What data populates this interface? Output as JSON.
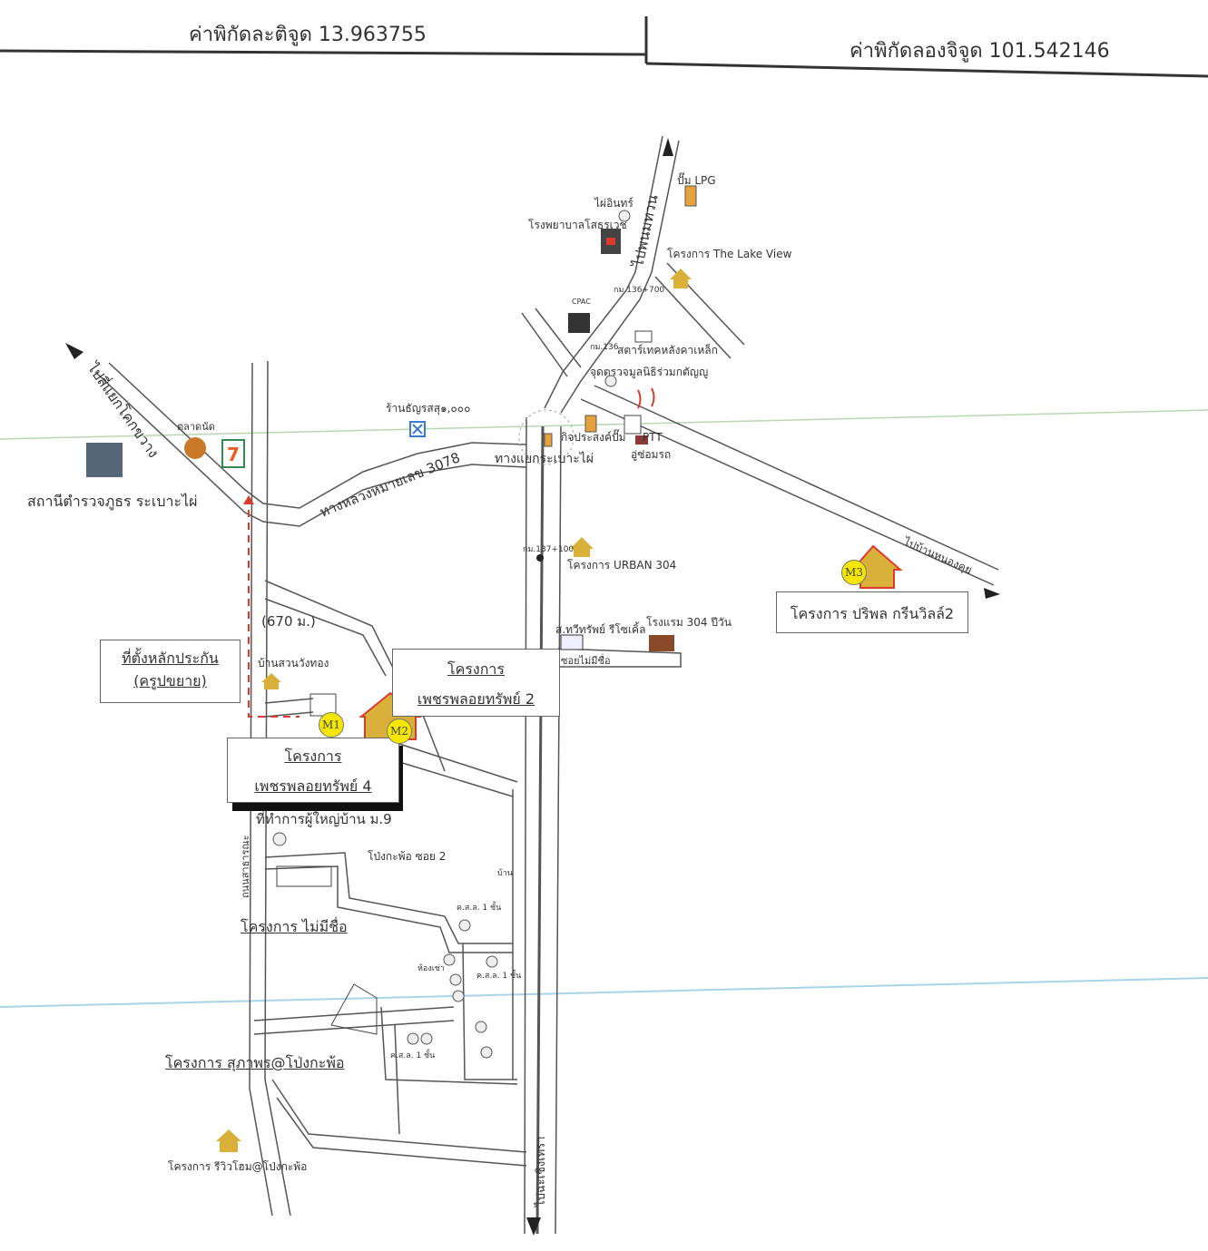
{
  "header": {
    "latitude_label": "ค่าพิกัดละติจูด 13.963755",
    "longitude_label": "ค่าพิกัดลองจิจูด 101.542146"
  },
  "roads": {
    "to_panthong": "ไปพนมทวน",
    "to_kok_kwang": "ไปสี่แยกโคกขวาง",
    "highway_3078": "ทางหลวงหมายเลข 3078",
    "to_nong_khu": "ไปบ้านหนองคุย",
    "to_chachoengsao": "ไปฉะเชิงเทรา",
    "soi_no_name": "ซอยไม่มีชื่อ",
    "soi_road_left": "ถนนสาธารณะ",
    "pong_kapo_soi2": "โป่งกะพ้อ ซอย 2",
    "km_136_700": "กม.136+700",
    "km_136": "กม.136",
    "km_137_100": "กม.137+100"
  },
  "landmarks": {
    "lpg_station": "ปั๊ม LPG",
    "phai_in": "ไผ่อินทร์",
    "hospital": "โรงพยาบาลโสธรเวช",
    "lake_view": "โครงการ The Lake View",
    "cpac": "CPAC",
    "start_tech": "สตาร์เทคหลังคาเหล็ก",
    "checkpoint": "จุดตรวจมูลนิธิร่วมกตัญญู",
    "shop_1000": "ร้านธัญรสสุ๑,๐๐๐",
    "market": "ตลาดนัด",
    "junction": "ทางแยกระเบาะไผ่",
    "kitprasong": "กิจประสงค์ปั๊ม",
    "ptt": "PTT",
    "car_repair": "อู่ซ่อมรถ",
    "police_station": "สถานีตำรวจภูธร ระเบาะไผ่",
    "urban_304": "โครงการ URBAN 304",
    "resort": "ส.ทวีทรัพย์ รีโซเคิ้ล",
    "hotel_304": "โรงแรม 304 ปีวัน",
    "distance": "(670 ม.)",
    "suan_wang_thong": "บ้านสวนวังทอง",
    "village_office": "ที่ทำการผู้ใหญ่บ้าน ม.9",
    "house_small": "บ้าน",
    "storey_1a": "ค.ส.ล. 1 ชั้น",
    "storey_1b": "ค.ส.ล. 1 ชั้น",
    "storey_1c": "ค.ส.ล. 1 ชั้น",
    "room_rent": "ห้องเช่า",
    "reviw_home": "โครงการ รีวิวโฮม@โป่งกะพ้อ"
  },
  "projects": {
    "collateral_line1": "ที่ตั้งหลักประกัน",
    "collateral_line2": "(ครูปขยาย)",
    "petch2_line1": "โครงการ",
    "petch2_line2": "เพชรพลอยทรัพย์ 2",
    "petch4_line1": "โครงการ",
    "petch4_line2": "เพชรพลอยทรัพย์ 4",
    "pripol": "โครงการ ปริพล กรีนวิลล์2",
    "no_name": "โครงการ ไม่มีชื่อ",
    "supaporn": "โครงการ สุภาพร@โป่งกะพ้อ"
  },
  "markers": {
    "m1": "M1",
    "m2": "M2",
    "m3": "M3"
  },
  "colors": {
    "road": "#555555",
    "marker": "#f5e600",
    "house": "#d9b13a",
    "roof": "#d93a2a",
    "route": "#d93a2a"
  }
}
